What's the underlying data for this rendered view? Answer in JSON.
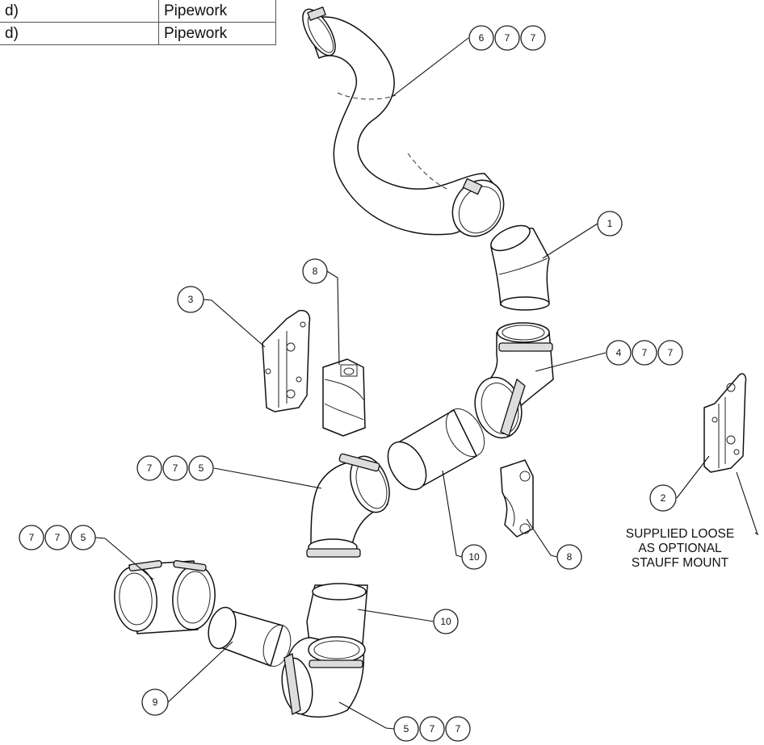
{
  "parts_table": {
    "rows": [
      {
        "col1": "d)",
        "col2": "Pipework"
      },
      {
        "col1": "d)",
        "col2": "Pipework"
      }
    ]
  },
  "balloons": [
    {
      "id": "b1",
      "texts": [
        "6",
        "7",
        "7"
      ]
    },
    {
      "id": "b2",
      "texts": [
        "1"
      ]
    },
    {
      "id": "b3",
      "texts": [
        "8"
      ]
    },
    {
      "id": "b4",
      "texts": [
        "3"
      ]
    },
    {
      "id": "b5",
      "texts": [
        "4",
        "7",
        "7"
      ]
    },
    {
      "id": "b6",
      "texts": [
        "7",
        "7",
        "5"
      ]
    },
    {
      "id": "b7",
      "texts": [
        "2"
      ]
    },
    {
      "id": "b8",
      "texts": [
        "10"
      ]
    },
    {
      "id": "b9",
      "texts": [
        "8"
      ]
    },
    {
      "id": "b10",
      "texts": [
        "7",
        "7",
        "5"
      ]
    },
    {
      "id": "b11",
      "texts": [
        "10"
      ]
    },
    {
      "id": "b12",
      "texts": [
        "9"
      ]
    },
    {
      "id": "b13",
      "texts": [
        "5",
        "7",
        "7"
      ]
    }
  ],
  "note": {
    "lines": [
      "SUPPLIED LOOSE",
      "AS OPTIONAL",
      "STAUFF MOUNT"
    ]
  }
}
